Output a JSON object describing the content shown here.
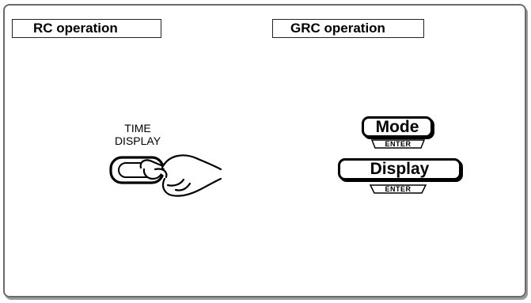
{
  "left_section": {
    "label": "RC operation",
    "button_caption_line1": "TIME",
    "button_caption_line2": "DISPLAY"
  },
  "right_section": {
    "label": "GRC operation",
    "mode_key_label": "Mode",
    "mode_enter_label": "ENTER",
    "display_key_label": "Display",
    "display_enter_label": "ENTER"
  }
}
